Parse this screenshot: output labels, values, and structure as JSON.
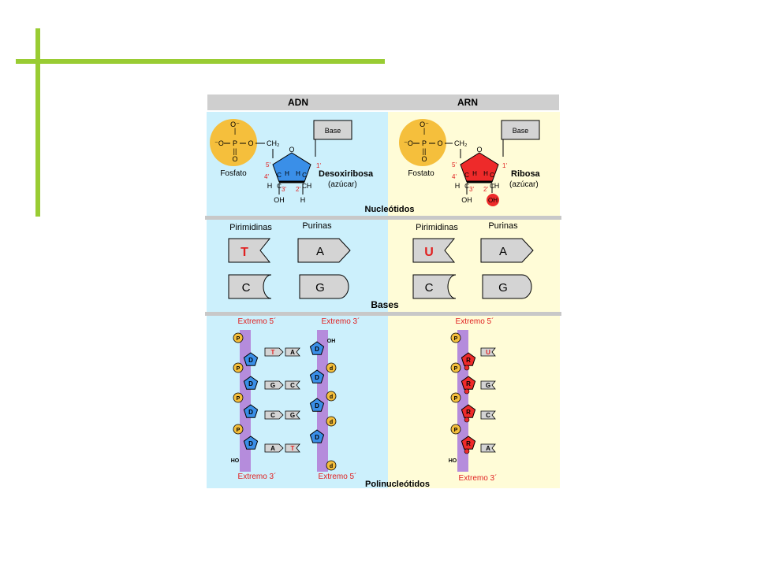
{
  "colors": {
    "dna_bg": "#ccf0fc",
    "rna_bg": "#fffcd7",
    "header_bg": "#cfcfcf",
    "phosphate": "#f5bf3c",
    "deoxyribose": "#3a8fe8",
    "ribose": "#ee2a2a",
    "backbone": "#b58cdc",
    "label_red": "#e02020",
    "accent": "#99cc33"
  },
  "header": {
    "dna": "ADN",
    "rna": "ARN"
  },
  "nucleotides": {
    "section_label": "Nucleótidos",
    "phosphate": {
      "o_top": "O⁻",
      "o_left": "⁻O",
      "o_right": "O",
      "o_bottom": "O",
      "p": "P",
      "label_dna": "Fosfato",
      "label_rna": "Fostato"
    },
    "ch2": "CH₂",
    "ring_o": "O",
    "carbons": {
      "c5": "5'",
      "c4": "4'",
      "c3": "3'",
      "c2": "2'",
      "c1": "1'"
    },
    "atoms": {
      "c": "C",
      "h": "H",
      "oh": "OH"
    },
    "base_box": "Base",
    "sugar_dna": "Desoxiribosa",
    "sugar_rna": "Ribosa",
    "sugar_sub": "(azúcar)"
  },
  "bases": {
    "section_label": "Bases",
    "pyrimidines": "Pirimidinas",
    "purines": "Purinas",
    "dna": {
      "pyr1": "T",
      "pyr2": "C",
      "pur1": "A",
      "pur2": "G"
    },
    "rna": {
      "pyr1": "U",
      "pyr2": "C",
      "pur1": "A",
      "pur2": "G"
    }
  },
  "polynucleotides": {
    "section_label": "Polinucleótidos",
    "dna_top_left": "Extremo  5´",
    "dna_top_right": "Extremo 3´",
    "dna_bottom_left": "Extremo  3´",
    "dna_bottom_right": "Extremo 5´",
    "rna_top": "Extremo  5´",
    "rna_bottom": "Extremo  3´",
    "p": "P",
    "d": "D",
    "d_small": "d",
    "r": "R",
    "ho": "HO",
    "oh": "OH",
    "dna_pairs": [
      [
        "T",
        "A"
      ],
      [
        "G",
        "C"
      ],
      [
        "C",
        "G"
      ],
      [
        "A",
        "T"
      ]
    ],
    "rna_bases": [
      "U",
      "G",
      "C",
      "A"
    ]
  }
}
